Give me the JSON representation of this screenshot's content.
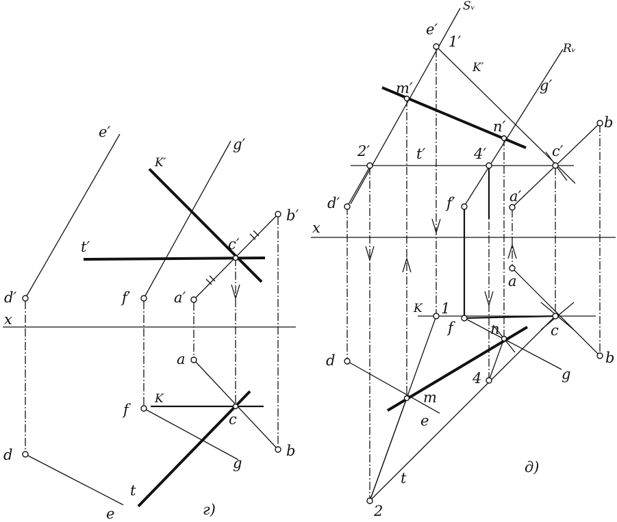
{
  "panel_left": {
    "caption": "г)",
    "labels": {
      "e_prime": "e′",
      "g_prime": "g′",
      "k_prime": "K′",
      "b_prime": "b′",
      "t_prime": "t′",
      "c_prime": "c′",
      "d_prime": "d′",
      "f_prime": "f′",
      "a_prime": "a′",
      "x_axis": "x",
      "a": "a",
      "k": "K",
      "f": "f",
      "c": "c",
      "d": "d",
      "g": "g",
      "b": "b",
      "t": "t",
      "e": "e"
    }
  },
  "panel_right": {
    "caption": "д)",
    "labels": {
      "s_v": "Sᵥ",
      "r_v": "Rᵥ",
      "e_prime": "e′",
      "one_prime": "1′",
      "k_prime": "K′",
      "m_prime": "m′",
      "g_prime": "g′",
      "n_prime": "n′",
      "b_prime": "b",
      "two_prime": "2′",
      "t_prime": "t′",
      "four_prime": "4′",
      "c_prime": "c′",
      "d_prime": "d′",
      "f_prime": "f′",
      "a_prime": "a′",
      "x_axis": "x",
      "a": "a",
      "k": "K",
      "one": "1",
      "f": "f",
      "n": "n",
      "c": "c",
      "d": "d",
      "four": "4",
      "g": "g",
      "b": "b",
      "m": "m",
      "e": "e",
      "t": "t",
      "two": "2"
    }
  }
}
